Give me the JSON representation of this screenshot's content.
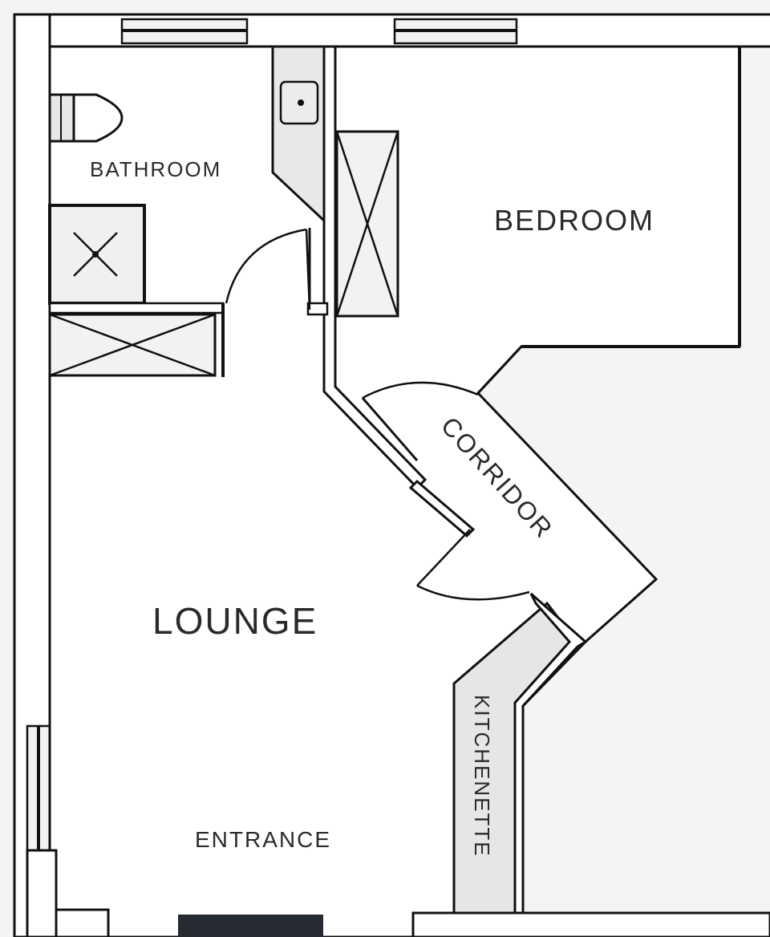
{
  "rooms": {
    "bathroom": "BATHROOM",
    "bedroom": "BEDROOM",
    "corridor": "CORRIDOR",
    "lounge": "LOUNGE",
    "entrance": "ENTRANCE",
    "kitchenette": "KITCHENETTE"
  },
  "colors": {
    "walls": "#111111",
    "floor": "#ffffff",
    "fixtures": "#e8e8e8",
    "entrance_mat": "#262a33"
  }
}
